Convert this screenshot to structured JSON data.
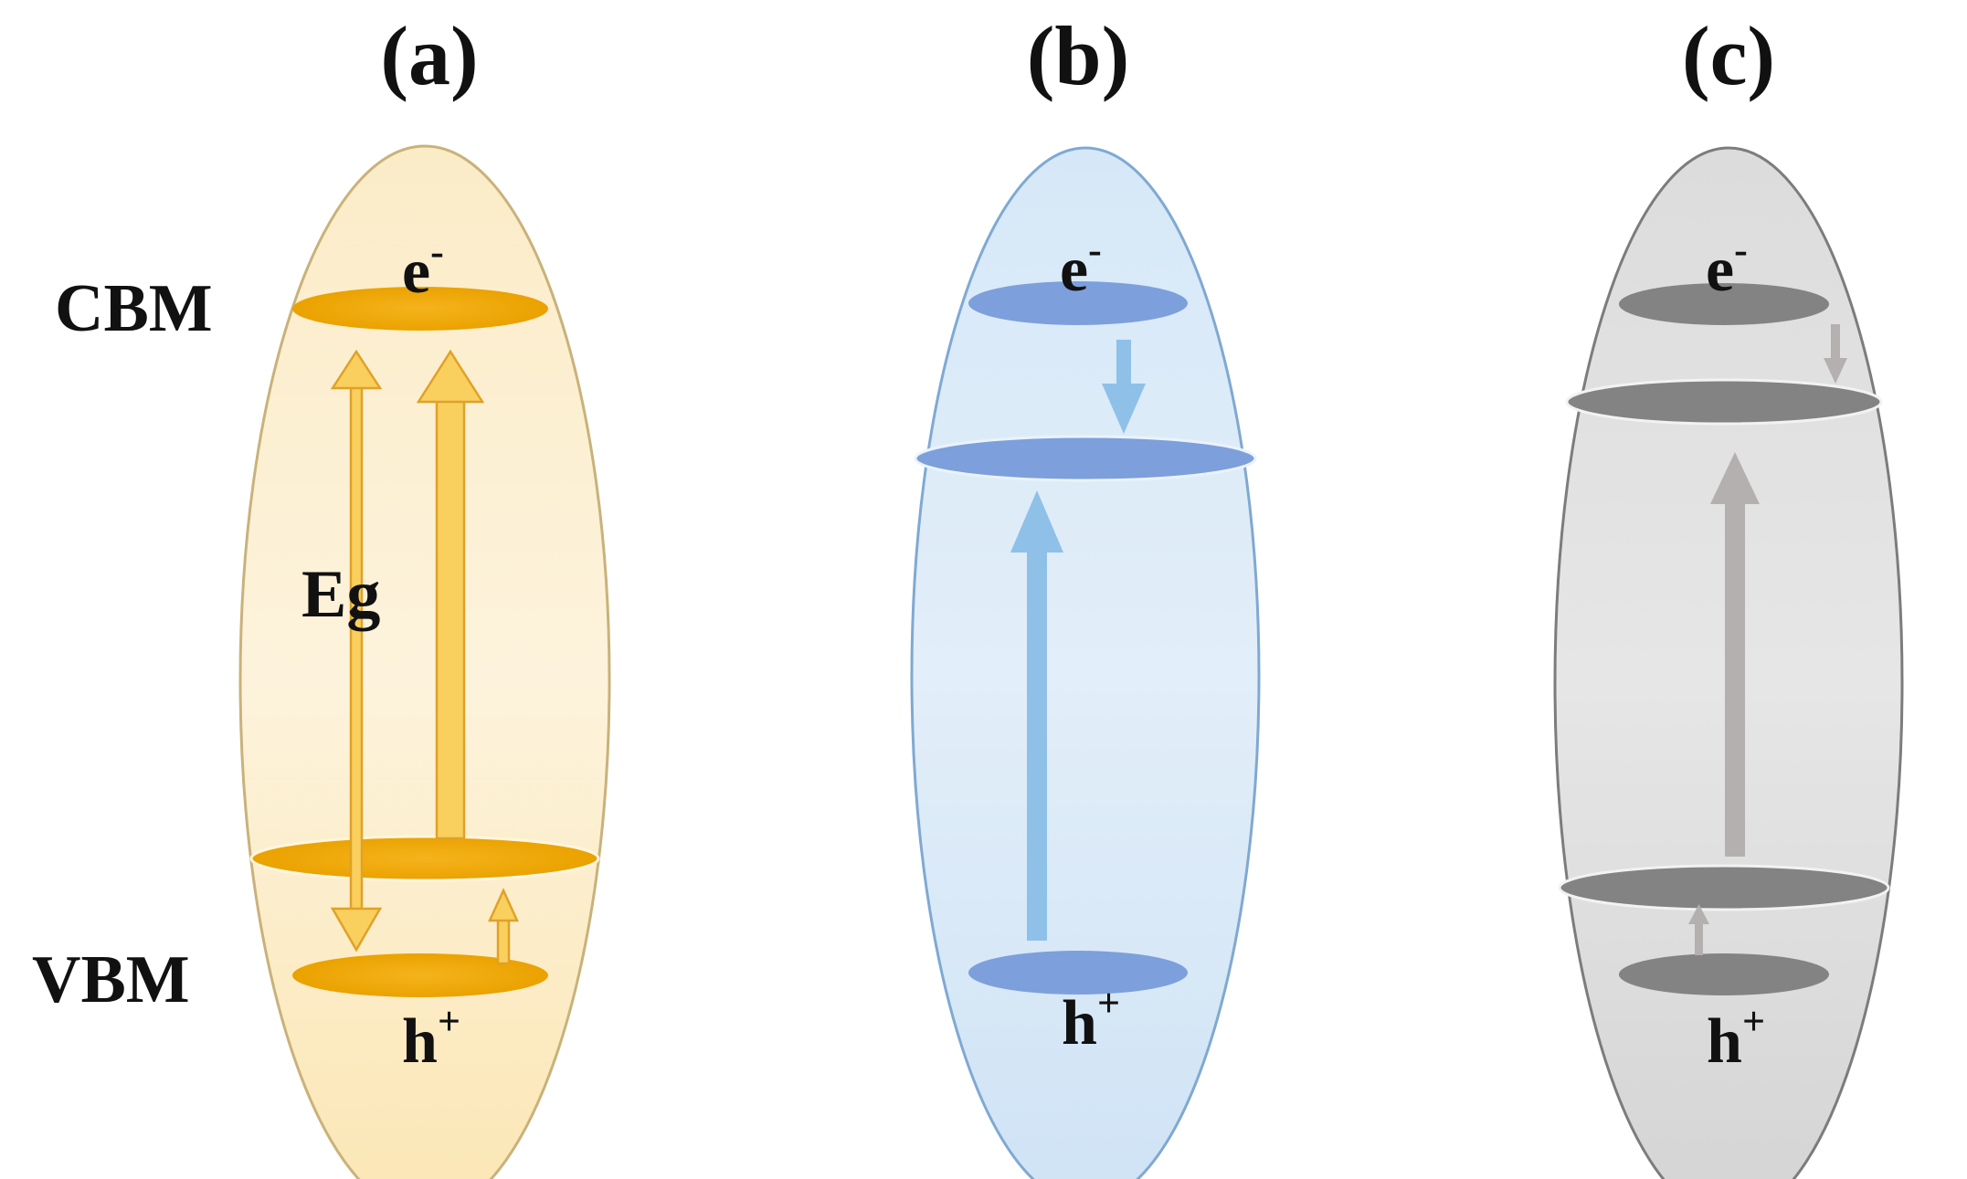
{
  "panels": [
    {
      "title": "(a)",
      "electron": "e",
      "electron_charge": "-",
      "hole": "h",
      "hole_charge": "+",
      "cbm_label": "CBM",
      "vbm_label": "VBM",
      "gap_label": "Eg",
      "colors": {
        "fill": "#fdf1d5",
        "stroke": "#c9b27a",
        "level": "#f2a900",
        "arrow": "#f9cf5e",
        "arrow_stroke": "#e7a927"
      }
    },
    {
      "title": "(b)",
      "electron": "e",
      "electron_charge": "-",
      "hole": "h",
      "hole_charge": "+",
      "colors": {
        "fill": "#deecf8",
        "stroke": "#8fb6da",
        "level": "#7d9fdb",
        "arrow": "#8fc0e8"
      }
    },
    {
      "title": "(c)",
      "electron": "e",
      "electron_charge": "-",
      "hole": "h",
      "hole_charge": "+",
      "colors": {
        "fill": "#e4e4e4",
        "stroke": "#7c7c7c",
        "level": "#838383",
        "arrow": "#b4b0b0"
      }
    }
  ]
}
